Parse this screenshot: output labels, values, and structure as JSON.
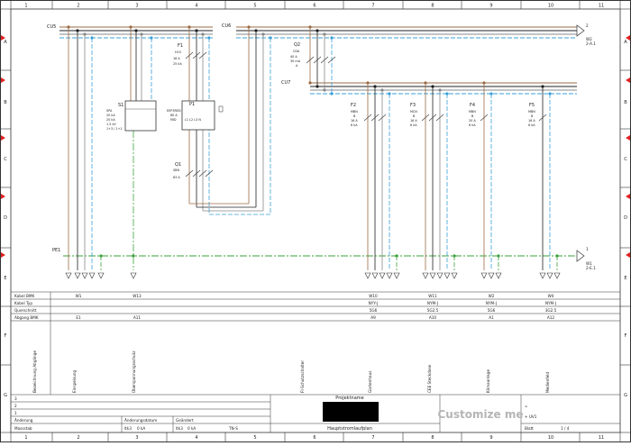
{
  "columns": [
    "1",
    "2",
    "3",
    "4",
    "5",
    "6",
    "7",
    "8",
    "9",
    "10",
    "11"
  ],
  "rows": [
    "A",
    "B",
    "C",
    "D",
    "E",
    "F",
    "G"
  ],
  "buses": {
    "cu5": "CU5",
    "cu6": "CU6",
    "cu7": "CU7",
    "pe1": "PE1"
  },
  "xrefs": {
    "top_arrow_num": "2",
    "top_label": "W2",
    "top_ref": "2-A.1",
    "bottom_arrow_num": "1",
    "bottom_label": "W1",
    "bottom_ref": "2-E.1"
  },
  "components": {
    "f1": {
      "tag": "F1",
      "type": "H1S",
      "l1": "16 A",
      "l2": "25 kA"
    },
    "q2": {
      "tag": "Q2",
      "type": "CDA",
      "l1": "40 A",
      "l2": "30 mA",
      "l3": "A"
    },
    "s1": {
      "tag": "S1",
      "type": "SPA",
      "l1": "20 kA",
      "l2": "20 kA",
      "l3": "1.5 kV",
      "l4": "1+3 / 1+1"
    },
    "p1": {
      "tag": "P1",
      "type": "EEP3RED",
      "l1": "80 A",
      "l2": "MID",
      "l3": "L1 L2 L3 N"
    },
    "q1": {
      "tag": "Q1",
      "type": "SBN",
      "l1": "63 A"
    },
    "f2": {
      "tag": "F2",
      "type": "MBN",
      "l1": "B",
      "l2": "16 A",
      "l3": "6 kA"
    },
    "f3": {
      "tag": "F3",
      "type": "MCN",
      "l1": "B",
      "l2": "16 A",
      "l3": "6 kA"
    },
    "f4": {
      "tag": "F4",
      "type": "MBN",
      "l1": "B",
      "l2": "20 A",
      "l3": "6 kA"
    },
    "f5": {
      "tag": "F5",
      "type": "MBN",
      "l1": "B",
      "l2": "16 A",
      "l3": "6 kA"
    }
  },
  "cable_table": {
    "labels": [
      "Kabel BMK",
      "Kabel Typ",
      "Querschnitt",
      "Abgang BMK"
    ],
    "w1": "W1",
    "w13": "W13",
    "e1": "E1",
    "a11": "A11",
    "c7": {
      "bmk": "W10",
      "typ": "NYY-J",
      "qs": "5G6",
      "abg": "A9"
    },
    "c8": {
      "bmk": "W11",
      "typ": "NYM-J",
      "qs": "5G2.5",
      "abg": "A10"
    },
    "c9": {
      "bmk": "W2",
      "typ": "NYM-J",
      "qs": "5G6",
      "abg": "A1"
    },
    "c10": {
      "bmk": "W4",
      "typ": "NYM-J",
      "qs": "3G2.5",
      "abg": "A12"
    }
  },
  "descriptions": {
    "header": "Bezeichnung Abgänge",
    "d1": "Einspeisung",
    "d2": "Überspannungsschutz",
    "d3": "FI-Schutzschalter",
    "d4": "Gartenhaus",
    "d5": "CEE Steckdose",
    "d6": "Klimaanlage",
    "d7": "Medienfeld"
  },
  "title_block": {
    "rev3": "3",
    "rev2": "2",
    "rev1": "1",
    "aenderung": "Änderung",
    "massstab": "Massstab",
    "aenderungsdatum": "Änderungsdatum",
    "geaendert": "Geändert",
    "date1": "ltk3",
    "date1b": "0 kA",
    "date2": "ltk3",
    "date2b": "0 kA",
    "tns": "TN-S",
    "projektname": "Projektname",
    "plantitle": "Hauptstromlaufplan",
    "customize": "Customize me",
    "eq": "=",
    "uv1": "+ UV1",
    "blatt": "Blatt",
    "sheetno": "1 / 4"
  },
  "colors": {
    "brown": "#9b6a45",
    "black": "#202020",
    "grey": "#888888",
    "blue": "#3aa0d8",
    "green": "#3aa23a",
    "redmark": "#e02020"
  }
}
